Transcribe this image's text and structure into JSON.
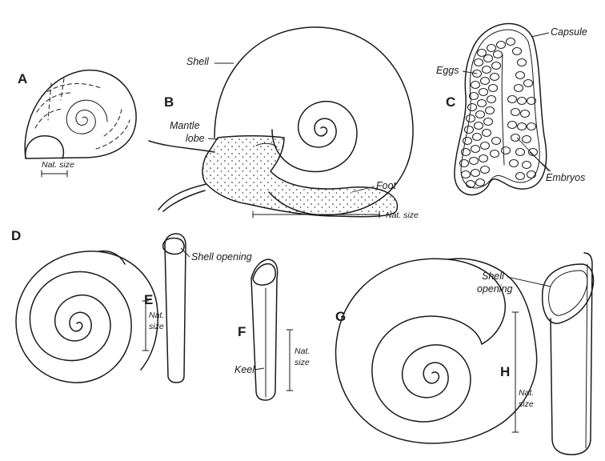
{
  "panels": {
    "a": {
      "letter": "A",
      "scale": "Nat. size"
    },
    "b": {
      "letter": "B",
      "shell": "Shell",
      "mantle_1": "Mantle",
      "mantle_2": "lobe",
      "foot": "Foot",
      "scale": "Nat. size"
    },
    "c": {
      "letter": "C",
      "capsule": "Capsule",
      "eggs": "Eggs",
      "embryos": "Embryos"
    },
    "d": {
      "letter": "D"
    },
    "e": {
      "letter": "E",
      "shell_opening": "Shell opening",
      "scale_1": "Nat.",
      "scale_2": "size"
    },
    "f": {
      "letter": "F",
      "keel": "Keel",
      "scale_1": "Nat.",
      "scale_2": "size"
    },
    "g": {
      "letter": "G"
    },
    "h": {
      "letter": "H",
      "shell_opening_1": "Shell",
      "shell_opening_2": "opening",
      "scale_1": "Nat.",
      "scale_2": "size"
    }
  },
  "colors": {
    "ink": "#1a1a1a",
    "paper": "#ffffff"
  }
}
